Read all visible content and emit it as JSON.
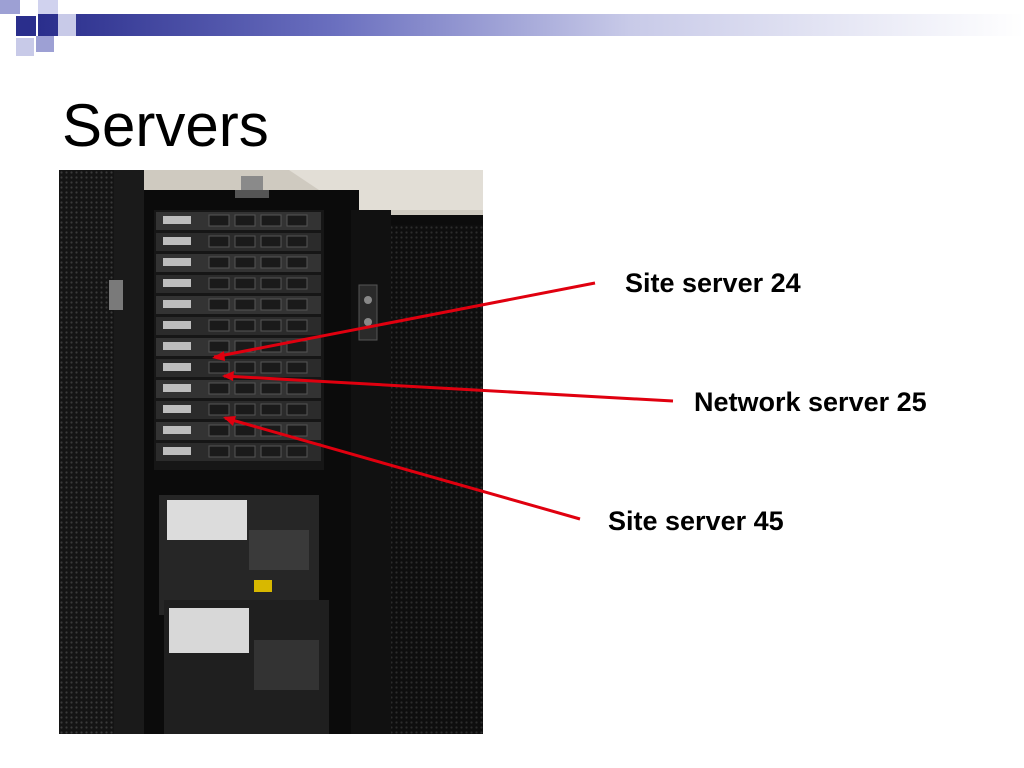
{
  "slide": {
    "title": "Servers",
    "labels": {
      "site_server_24": "Site server 24",
      "network_server_25": "Network server 25",
      "site_server_45": "Site server 45"
    },
    "colors": {
      "title_bar": "#2a2e8c",
      "accent_squares": "#9da0d4",
      "arrow": "#e0000f"
    }
  }
}
